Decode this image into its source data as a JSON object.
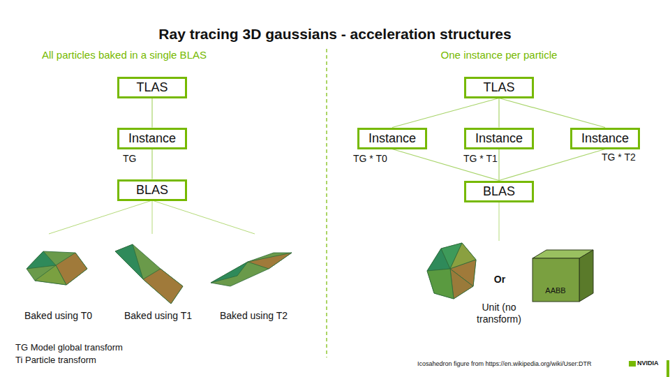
{
  "diagram": {
    "title": "Ray tracing 3D gaussians - acceleration structures",
    "nodes": [
      {
        "text": [
          "TLAS"
        ]
      },
      {
        "text": [
          "Instance"
        ]
      },
      {
        "text": [
          "BLAS"
        ]
      },
      {
        "text": [
          "TLAS"
        ]
      },
      {
        "text": [
          "Instance"
        ]
      },
      {
        "text": [
          "Instance"
        ]
      },
      {
        "text": [
          "Instance"
        ]
      },
      {
        "text": [
          "BLAS"
        ]
      },
      {
        "text": [
          "AABB"
        ]
      }
    ],
    "edges": [
      {
        "from": 0,
        "to": 1,
        "arrow": "none"
      },
      {
        "from": 1,
        "to": 2,
        "arrow": "none"
      },
      {
        "from": 3,
        "to": 4,
        "arrow": "none"
      },
      {
        "from": 3,
        "to": 5,
        "arrow": "none"
      },
      {
        "from": 3,
        "to": 6,
        "arrow": "none"
      },
      {
        "from": 4,
        "to": 7,
        "arrow": "none"
      },
      {
        "from": 5,
        "to": 7,
        "arrow": "none"
      },
      {
        "from": 6,
        "to": 7,
        "arrow": "none"
      }
    ],
    "labels": [
      "All particles baked in a single BLAS",
      "One instance per particle",
      "TG",
      "TG * T0",
      "TG * T1",
      "TG * T2",
      "Baked using T0",
      "Baked using T1",
      "Baked using T2",
      "Or",
      "Unit (no transform)",
      "TG Model global transform",
      "Ti Particle transform",
      "Icosahedron figure from https://en.wikipedia.org/wiki/User:DTR",
      "NVIDIA"
    ]
  }
}
